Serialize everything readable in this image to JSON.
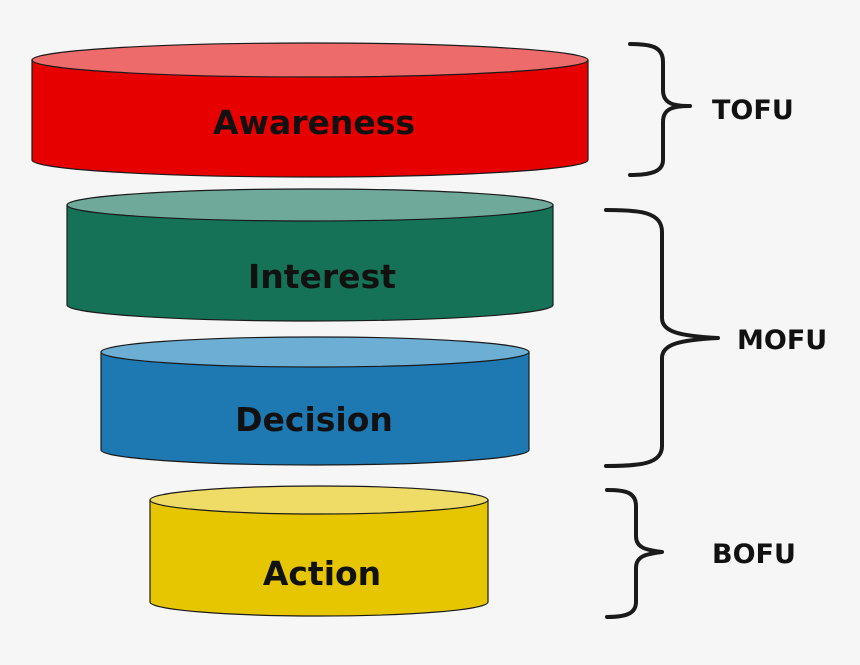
{
  "stages": [
    {
      "label": "Awareness",
      "side_color": "#e60000",
      "top_color": "#ee6b6b"
    },
    {
      "label": "Interest",
      "side_color": "#157257",
      "top_color": "#6fa99a"
    },
    {
      "label": "Decision",
      "side_color": "#1e78b1",
      "top_color": "#6daed4"
    },
    {
      "label": "Action",
      "side_color": "#e5c600",
      "top_color": "#efdc67"
    }
  ],
  "groups": [
    {
      "label": "TOFU"
    },
    {
      "label": "MOFU"
    },
    {
      "label": "BOFU"
    }
  ],
  "outline_color": "#1a1a1a",
  "text_color": "#111111"
}
